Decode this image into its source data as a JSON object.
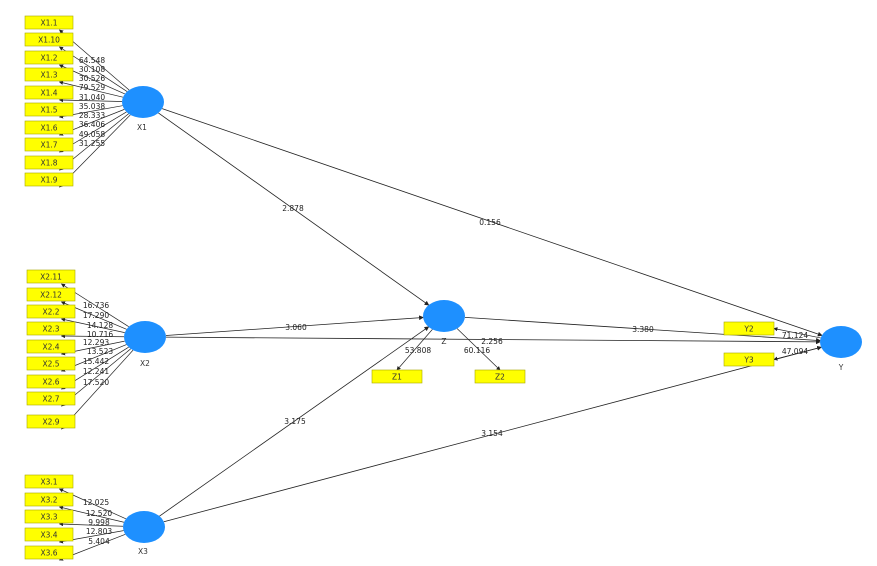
{
  "colors": {
    "latent": "#1E90FF",
    "indicator": "#FFFF00",
    "indicator_border": "#A8A800",
    "line": "#222222"
  },
  "latents": [
    {
      "id": "X1",
      "label": "X1"
    },
    {
      "id": "X2",
      "label": "X2"
    },
    {
      "id": "X3",
      "label": "X3"
    },
    {
      "id": "Z",
      "label": "Z"
    },
    {
      "id": "Y",
      "label": "Y"
    }
  ],
  "indicators": [
    {
      "label": "X1.1",
      "latent": "X1",
      "loading": ""
    },
    {
      "label": "X1.10",
      "latent": "X1",
      "loading": "64.548"
    },
    {
      "label": "X1.2",
      "latent": "X1",
      "loading": "30.108"
    },
    {
      "label": "X1.3",
      "latent": "X1",
      "loading": "30.526"
    },
    {
      "label": "X1.4",
      "latent": "X1",
      "loading": "79.529"
    },
    {
      "label": "X1.5",
      "latent": "X1",
      "loading": "31.040"
    },
    {
      "label": "X1.6",
      "latent": "X1",
      "loading": "35.038"
    },
    {
      "label": "X1.7",
      "latent": "X1",
      "loading": "28.333"
    },
    {
      "label": "X1.8",
      "latent": "X1",
      "loading": "36.406"
    },
    {
      "label": "X1.9",
      "latent": "X1",
      "loading": "49.058"
    },
    {
      "label": "X2.11",
      "latent": "X2",
      "loading": ""
    },
    {
      "label": "X2.12",
      "latent": "X2",
      "loading": "16.736"
    },
    {
      "label": "X2.2",
      "latent": "X2",
      "loading": "17.290"
    },
    {
      "label": "X2.3",
      "latent": "X2",
      "loading": "14.128"
    },
    {
      "label": "X2.4",
      "latent": "X2",
      "loading": "10.716"
    },
    {
      "label": "X2.5",
      "latent": "X2",
      "loading": "12.293"
    },
    {
      "label": "X2.6",
      "latent": "X2",
      "loading": "13.523"
    },
    {
      "label": "X2.7",
      "latent": "X2",
      "loading": "15.442"
    },
    {
      "label": "X2.9",
      "latent": "X2",
      "loading": "12.241"
    },
    {
      "label": "X3.1",
      "latent": "X3",
      "loading": ""
    },
    {
      "label": "X3.2",
      "latent": "X3",
      "loading": "12.025"
    },
    {
      "label": "X3.3",
      "latent": "X3",
      "loading": "12.520"
    },
    {
      "label": "X3.4",
      "latent": "X3",
      "loading": "9.998"
    },
    {
      "label": "X3.6",
      "latent": "X3",
      "loading": "12.803"
    },
    {
      "label": "Z1",
      "latent": "Z",
      "loading": "53.808"
    },
    {
      "label": "Z2",
      "latent": "Z",
      "loading": "60.116"
    },
    {
      "label": "Y2",
      "latent": "Y",
      "loading": "71.124"
    },
    {
      "label": "Y3",
      "latent": "Y",
      "loading": "47.094"
    }
  ],
  "extra_loading_labels": [
    {
      "latent": "X1",
      "value": "31.255"
    },
    {
      "latent": "X2",
      "value": "17.520"
    },
    {
      "latent": "X3",
      "value": "5.404"
    }
  ],
  "paths": [
    {
      "from": "X1",
      "to": "Z",
      "value": "2.878"
    },
    {
      "from": "X1",
      "to": "Y",
      "value": "0.156"
    },
    {
      "from": "X2",
      "to": "Z",
      "value": "3.060"
    },
    {
      "from": "X2",
      "to": "Y",
      "value": "2.256"
    },
    {
      "from": "X3",
      "to": "Z",
      "value": "3.175"
    },
    {
      "from": "X3",
      "to": "Y",
      "value": "3.154"
    },
    {
      "from": "Z",
      "to": "Y",
      "value": "3.380"
    }
  ]
}
